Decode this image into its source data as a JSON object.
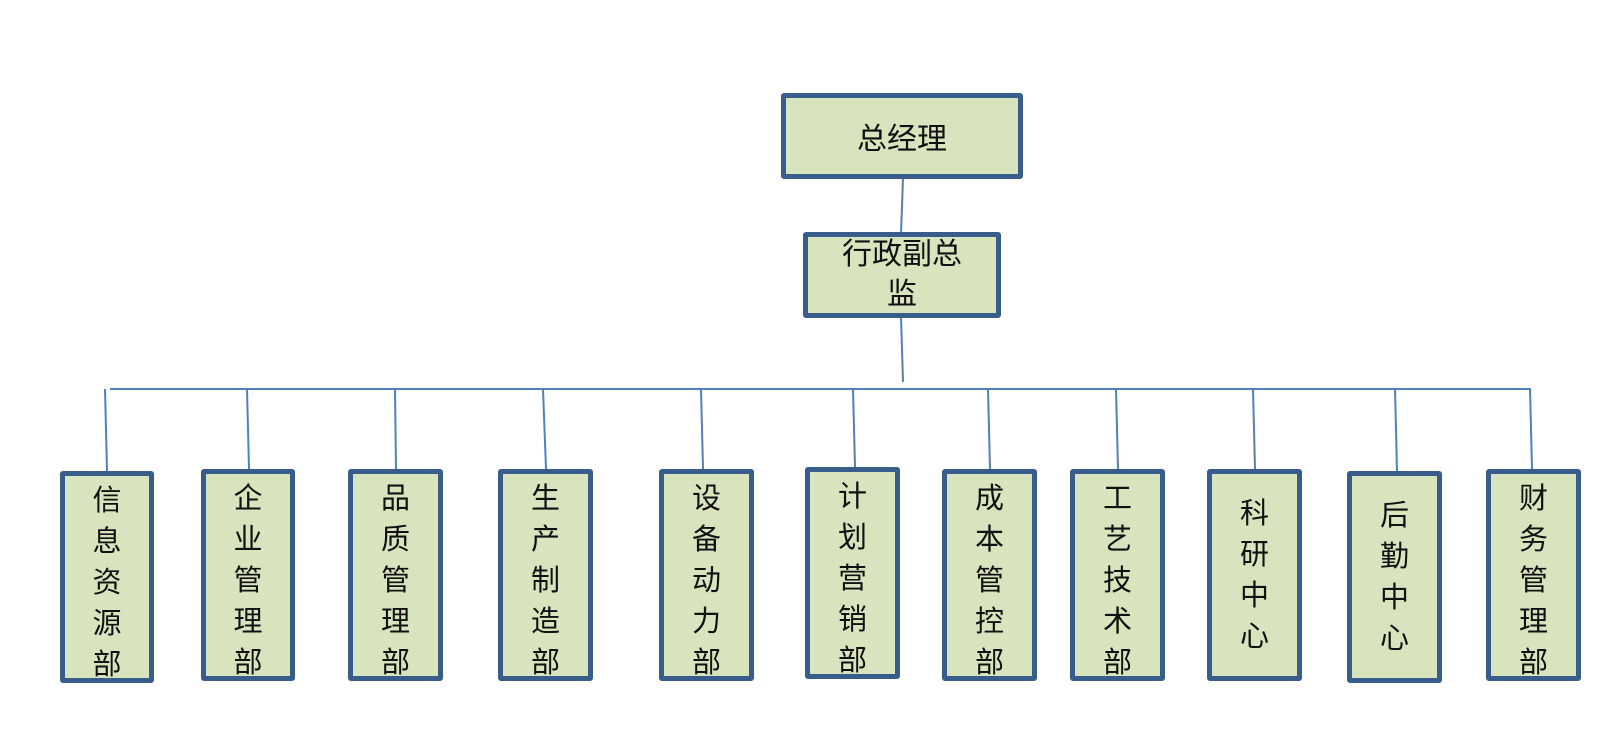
{
  "diagram": {
    "root": {
      "label": "总经理"
    },
    "deputy": {
      "label": "行政副总监"
    },
    "departments": [
      {
        "label": "信息资源部"
      },
      {
        "label": "企业管理部"
      },
      {
        "label": "品质管理部"
      },
      {
        "label": "生产制造部"
      },
      {
        "label": "设备动力部"
      },
      {
        "label": "计划营销部"
      },
      {
        "label": "成本管控部"
      },
      {
        "label": "工艺技术部"
      },
      {
        "label": "科研中心"
      },
      {
        "label": "后勤中心"
      },
      {
        "label": "财务管理部"
      }
    ]
  },
  "colors": {
    "box_fill": "#d7e4bd",
    "box_border": "#385d8a",
    "connector": "#4f81bd"
  }
}
